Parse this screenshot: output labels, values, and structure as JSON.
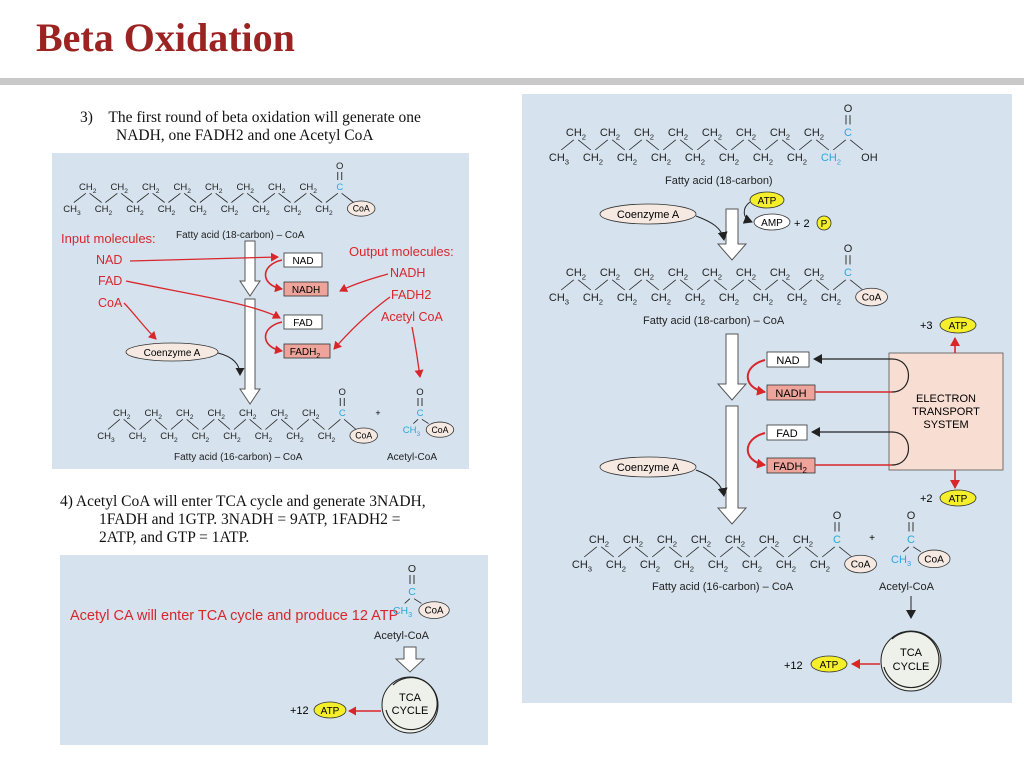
{
  "title": "Beta Oxidation",
  "note3": {
    "num": "3)",
    "line1": "The first round of beta oxidation will generate one",
    "line2": "NADH, one FADH2 and one Acetyl CoA"
  },
  "note4": {
    "line1": "4)  Acetyl CoA will enter TCA cycle and generate 3NADH,",
    "line2": "1FADH and 1GTP.   3NADH = 9ATP, 1FADH2 =",
    "line3": "2ATP, and GTP = 1ATP."
  },
  "chem": {
    "ch2": "CH",
    "ch3": "CH",
    "sub2": "2",
    "sub3": "3",
    "c": "C",
    "o": "O",
    "oh": "OH",
    "coa": "CoA",
    "eq": "||",
    "plus": "+"
  },
  "left_panel": {
    "fa18_label": "Fatty acid (18-carbon) – CoA",
    "fa16_label": "Fatty acid (16-carbon) – CoA",
    "acetyl_label": "Acetyl-CoA",
    "nad": "NAD",
    "nadh": "NADH",
    "fad": "FAD",
    "fadh": "FADH",
    "coenzyme_a": "Coenzyme A",
    "input_title": "Input molecules:",
    "input_items": [
      "NAD",
      "FAD",
      "CoA"
    ],
    "output_title": "Output molecules:",
    "output_items": [
      "NADH",
      "FADH2",
      "Acetyl CoA"
    ]
  },
  "bottom_panel": {
    "note": "Acetyl CA will enter TCA cycle and produce 12 ATP",
    "acetyl_label": "Acetyl-CoA",
    "tca1": "TCA",
    "tca2": "CYCLE",
    "atp_count": "+12",
    "atp": "ATP"
  },
  "right_panel": {
    "fa18_acid_label": "Fatty acid (18-carbon)",
    "fa18_coa_label": "Fatty acid (18-carbon) – CoA",
    "fa16_label": "Fatty acid (16-carbon) – CoA",
    "acetyl_label": "Acetyl-CoA",
    "atp": "ATP",
    "amp": "AMP",
    "plus2": "+ 2",
    "p": "P",
    "coenzyme_a": "Coenzyme A",
    "nad": "NAD",
    "nadh": "NADH",
    "fad": "FAD",
    "fadh": "FADH",
    "etc1": "ELECTRON",
    "etc2": "TRANSPORT",
    "etc3": "SYSTEM",
    "atp3_count": "+3",
    "atp2_count": "+2",
    "atp12_count": "+12",
    "tca1": "TCA",
    "tca2": "CYCLE"
  },
  "colors": {
    "title": "#9b2423",
    "panel": "#d6e3ee",
    "carbonyl": "#2aa7dd",
    "handwriting": "#d8262b",
    "atp_fill": "#f5ee2a",
    "reduced_box": "#eea49b",
    "etc_box": "#f8ddd3"
  }
}
